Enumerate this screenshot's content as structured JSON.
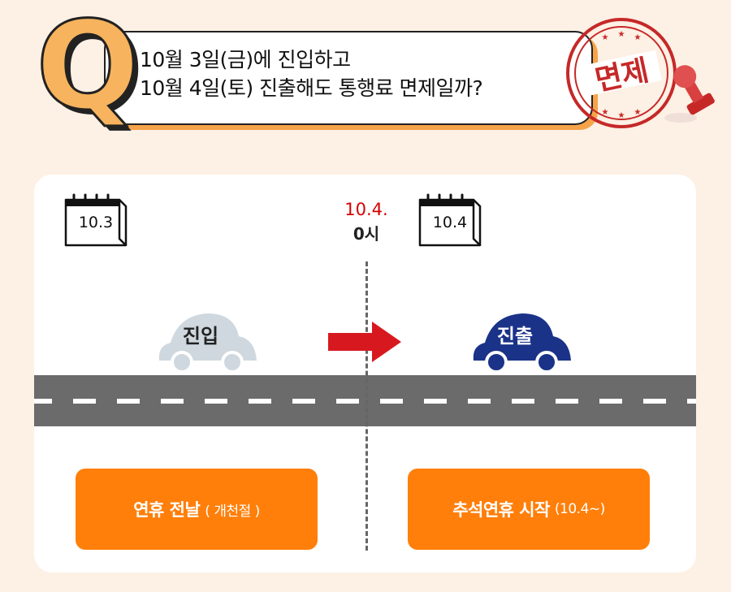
{
  "question": {
    "letter": "Q",
    "line1": "10월 3일(금)에 진입하고",
    "line2": "10월 4일(토) 진출해도 통행료 면제일까?"
  },
  "stamp": {
    "text": "면제",
    "color": "#c62828"
  },
  "timeline": {
    "divider_date": "10.4.",
    "divider_time": "0시",
    "left_calendar": "10.3",
    "right_calendar": "10.4",
    "entry_label": "진입",
    "exit_label": "진출",
    "left_badge": {
      "main": "연휴 전날",
      "sub": "( 개천절 )"
    },
    "right_badge": {
      "main": "추석연휴 시작",
      "sub": "(10.4~)"
    }
  },
  "colors": {
    "accent_orange": "#ff7f0a",
    "entry_car": "#cfd8de",
    "exit_car": "#1a3288",
    "arrow": "#d7191f",
    "road": "#6b6b6b"
  },
  "icons": [
    "q-letter-icon",
    "stamp-icon",
    "calendar-icon",
    "car-icon",
    "right-arrow-icon"
  ]
}
